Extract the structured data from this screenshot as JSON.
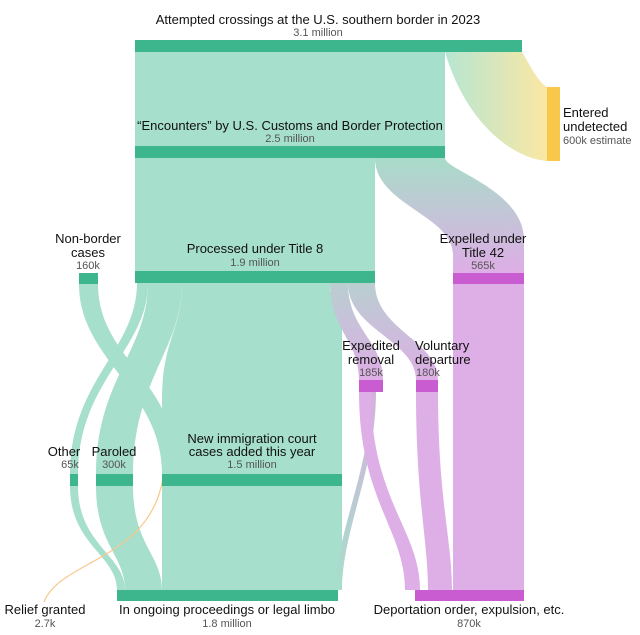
{
  "chart_data": {
    "type": "sankey",
    "title": "Attempted crossings at the U.S. southern border in 2023",
    "unit_note": "Flow widths proportional to number of people",
    "colors": {
      "green_flow": "#a6dfcb",
      "green_node": "#3db58d",
      "purple_flow": "#deaee6",
      "purple_node": "#c95cd1",
      "yellow_node": "#f8c84a",
      "relief_flow": "#f7c98c"
    },
    "nodes": [
      {
        "id": "attempted",
        "label": "Attempted crossings at the U.S. southern border in 2023",
        "value_label": "3.1 million",
        "value": 3100000
      },
      {
        "id": "undetected",
        "label": "Entered undetected",
        "value_label": "600k estimate",
        "value": 600000
      },
      {
        "id": "encounters",
        "label": "“Encounters” by U.S. Customs and Border Protection",
        "value_label": "2.5 million",
        "value": 2500000
      },
      {
        "id": "title42",
        "label": "Expelled under Title 42",
        "value_label": "565k",
        "value": 565000
      },
      {
        "id": "title8",
        "label": "Processed under Title 8",
        "value_label": "1.9 million",
        "value": 1900000
      },
      {
        "id": "nonborder",
        "label": "Non-border cases",
        "value_label": "160k",
        "value": 160000
      },
      {
        "id": "expedited",
        "label": "Expedited removal",
        "value_label": "185k",
        "value": 185000
      },
      {
        "id": "voluntary",
        "label": "Voluntary departure",
        "value_label": "180k",
        "value": 180000
      },
      {
        "id": "other",
        "label": "Other",
        "value_label": "65k",
        "value": 65000
      },
      {
        "id": "paroled",
        "label": "Paroled",
        "value_label": "300k",
        "value": 300000
      },
      {
        "id": "court",
        "label": "New immigration court cases added this year",
        "value_label": "1.5 million",
        "value": 1500000
      },
      {
        "id": "relief",
        "label": "Relief granted",
        "value_label": "2.7k",
        "value": 2700
      },
      {
        "id": "limbo",
        "label": "In ongoing proceedings or legal limbo",
        "value_label": "1.8 million",
        "value": 1800000
      },
      {
        "id": "deport",
        "label": "Deportation order, expulsion, etc.",
        "value_label": "870k",
        "value": 870000
      }
    ],
    "links": [
      {
        "source": "attempted",
        "target": "encounters",
        "value": 2500000
      },
      {
        "source": "attempted",
        "target": "undetected",
        "value": 600000
      },
      {
        "source": "encounters",
        "target": "title8",
        "value": 1900000
      },
      {
        "source": "encounters",
        "target": "title42",
        "value": 565000
      },
      {
        "source": "title42",
        "target": "deport",
        "value": 565000
      },
      {
        "source": "title8",
        "target": "court",
        "value": 1500000
      },
      {
        "source": "title8",
        "target": "expedited",
        "value": 185000
      },
      {
        "source": "title8",
        "target": "voluntary",
        "value": 180000
      },
      {
        "source": "title8",
        "target": "paroled",
        "value": 300000
      },
      {
        "source": "title8",
        "target": "other",
        "value": 65000
      },
      {
        "source": "nonborder",
        "target": "court",
        "value": 160000
      },
      {
        "source": "court",
        "target": "limbo",
        "value": 1500000
      },
      {
        "source": "court",
        "target": "relief",
        "value": 2700
      },
      {
        "source": "paroled",
        "target": "limbo",
        "value": 300000
      },
      {
        "source": "other",
        "target": "limbo",
        "value": 65000
      },
      {
        "source": "expedited",
        "target": "deport",
        "value": 120000
      },
      {
        "source": "expedited",
        "target": "limbo",
        "value": 65000
      },
      {
        "source": "voluntary",
        "target": "deport",
        "value": 180000
      }
    ]
  }
}
